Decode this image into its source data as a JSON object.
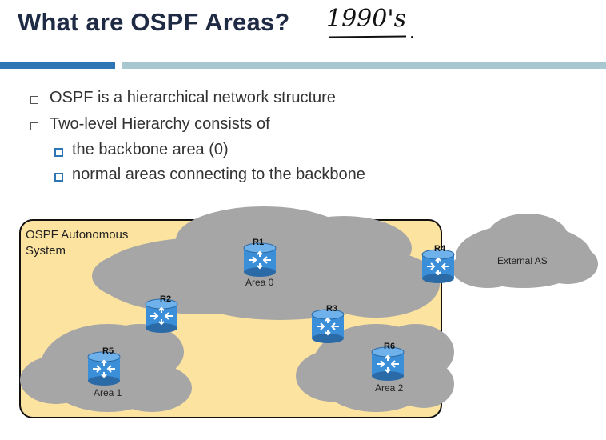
{
  "slide": {
    "title": "What are OSPF Areas?",
    "handwritten_note": "1990's"
  },
  "bullets": [
    {
      "text": "OSPF is a hierarchical network structure",
      "level": 1
    },
    {
      "text": "Two-level Hierarchy consists of",
      "level": 1
    },
    {
      "text": "the backbone area (0)",
      "level": 2
    },
    {
      "text": "normal areas connecting to the backbone",
      "level": 2
    }
  ],
  "diagram": {
    "system_label_line1": "OSPF Autonomous",
    "system_label_line2": "System",
    "areas": {
      "area0": "Area 0",
      "area1": "Area 1",
      "area2": "Area 2",
      "external": "External AS"
    },
    "routers": {
      "r1": "R1",
      "r2": "R2",
      "r3": "R3",
      "r4": "R4",
      "r5": "R5",
      "r6": "R6"
    },
    "colors": {
      "system_fill": "#fde3a0",
      "cloud": "#a6a6a6",
      "router": "#3b8fd9",
      "router_dark": "#2a6aa6"
    }
  }
}
